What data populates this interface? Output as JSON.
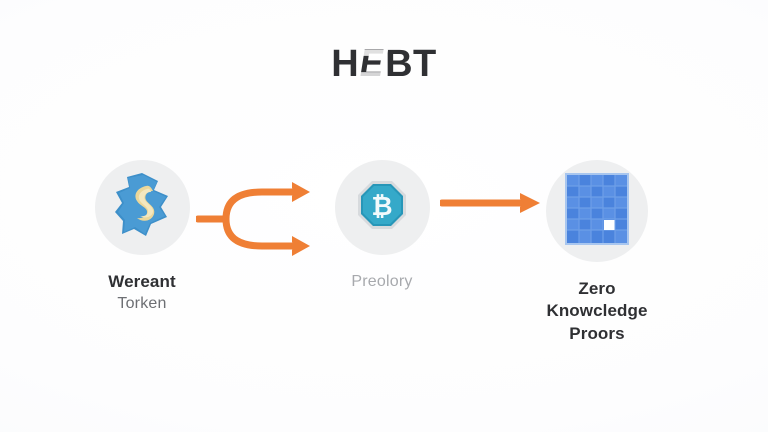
{
  "header": {
    "title_parts": [
      {
        "text": "H",
        "style": "normal"
      },
      {
        "text": "E",
        "style": "glitch"
      },
      {
        "text": "BT",
        "style": "normal"
      }
    ],
    "title_plain": "HEBT"
  },
  "theme": {
    "background": "#ffffff",
    "title_color": "#2f3033",
    "badge_background": "#eeeff0",
    "arrow_color": "#ef7f35",
    "node1_icon_color": "#3d8fc9",
    "node1_accent_color": "#e8cf8c",
    "node2_icon_color": "#2796b8",
    "node3_icon_color": "#4a83dd",
    "label_strong_color": "#2f3033",
    "label_sub_color": "#6d6f73",
    "label_muted_color": "#a7a9ad"
  },
  "flow": {
    "nodes": [
      {
        "id": "warrant-token",
        "icon": "shield-hexagon-icon",
        "label_lines": [
          "Wereant",
          "Torken"
        ],
        "label_styles": [
          "strong",
          "sub"
        ]
      },
      {
        "id": "predatory",
        "icon": "bitcoin-octagon-icon",
        "label_lines": [
          "Preolory"
        ],
        "label_styles": [
          "muted"
        ]
      },
      {
        "id": "zero-knowledge-proofs",
        "icon": "proof-grid-icon",
        "label_lines": [
          "Zero",
          "Knowcledge",
          "Proors"
        ],
        "label_styles": [
          "strong",
          "strong",
          "strong"
        ]
      }
    ],
    "connectors": [
      {
        "id": "fork-arrow",
        "type": "forked-arrow",
        "from": "warrant-token",
        "to": "predatory"
      },
      {
        "id": "straight-arrow",
        "type": "straight-arrow",
        "from": "predatory",
        "to": "zero-knowledge-proofs"
      }
    ]
  },
  "icons": {
    "proof_grid": {
      "columns": 5,
      "rows": 6,
      "highlight_cell": {
        "column": 4,
        "row": 5
      }
    }
  }
}
